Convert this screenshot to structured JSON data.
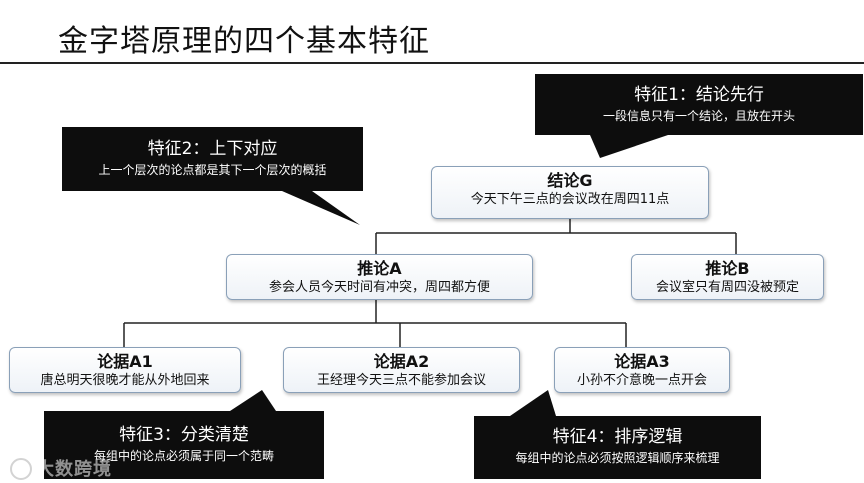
{
  "title": "金字塔原理的四个基本特征",
  "nodes": {
    "g": {
      "title": "结论G",
      "desc": "今天下午三点的会议改在周四11点"
    },
    "a": {
      "title": "推论A",
      "desc": "参会人员今天时间有冲突，周四都方便"
    },
    "b": {
      "title": "推论B",
      "desc": "会议室只有周四没被预定"
    },
    "a1": {
      "title": "论据A1",
      "desc": "唐总明天很晚才能从外地回来"
    },
    "a2": {
      "title": "论据A2",
      "desc": "王经理今天三点不能参加会议"
    },
    "a3": {
      "title": "论据A3",
      "desc": "小孙不介意晚一点开会"
    }
  },
  "callouts": {
    "f1": {
      "title": "特征1：结论先行",
      "desc": "一段信息只有一个结论，且放在开头"
    },
    "f2": {
      "title": "特征2：上下对应",
      "desc": "上一个层次的论点都是其下一个层次的概括"
    },
    "f3": {
      "title": "特征3：分类清楚",
      "desc": "每组中的论点必须属于同一个范畴"
    },
    "f4": {
      "title": "特征4：排序逻辑",
      "desc": "每组中的论点必须按照逻辑顺序来梳理"
    }
  },
  "watermark": "大数跨境",
  "colors": {
    "callout_bg": "#0d0d0d",
    "node_border": "#8aa0b8",
    "connector": "#222222"
  }
}
